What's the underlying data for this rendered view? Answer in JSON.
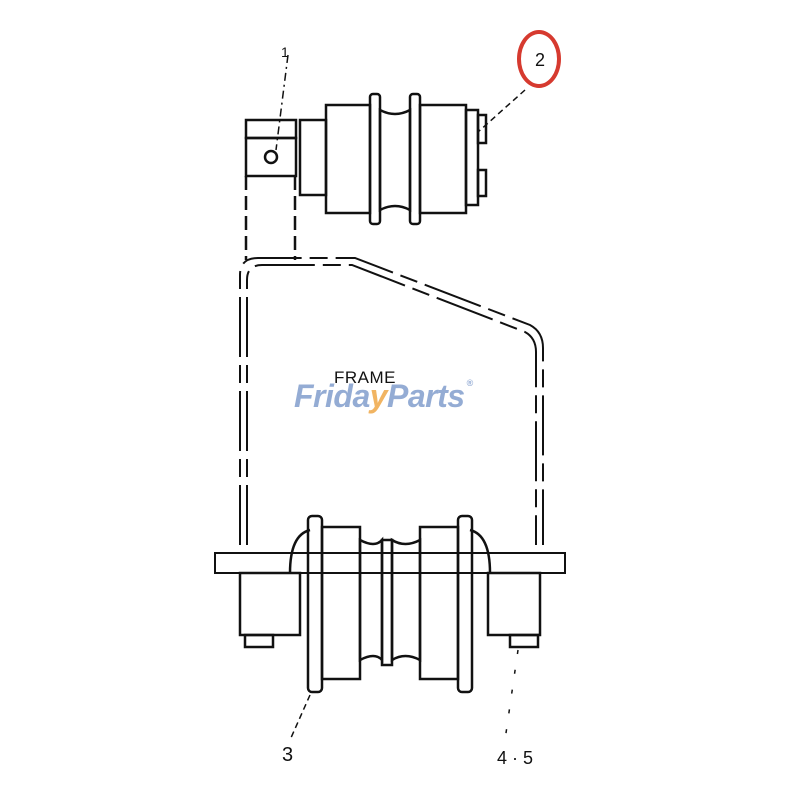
{
  "diagram": {
    "type": "parts-exploded-view",
    "frame_label": "FRAME",
    "callouts": [
      {
        "id": "1",
        "label": "1",
        "part": "carrier roller bracket"
      },
      {
        "id": "2",
        "label": "2",
        "part": "carrier roller",
        "highlighted": true
      },
      {
        "id": "3",
        "label": "3",
        "part": "track roller"
      },
      {
        "id": "4-5",
        "label": "4 · 5",
        "part": "bolts / washers"
      }
    ],
    "highlight": {
      "callout": "2",
      "color": "#d63a2f"
    }
  },
  "watermark": {
    "text_pre": "Frida",
    "text_check": "y",
    "text_post": "Parts",
    "registered": "®",
    "color": "#8fa8d2",
    "accent": "#f1b15a"
  }
}
